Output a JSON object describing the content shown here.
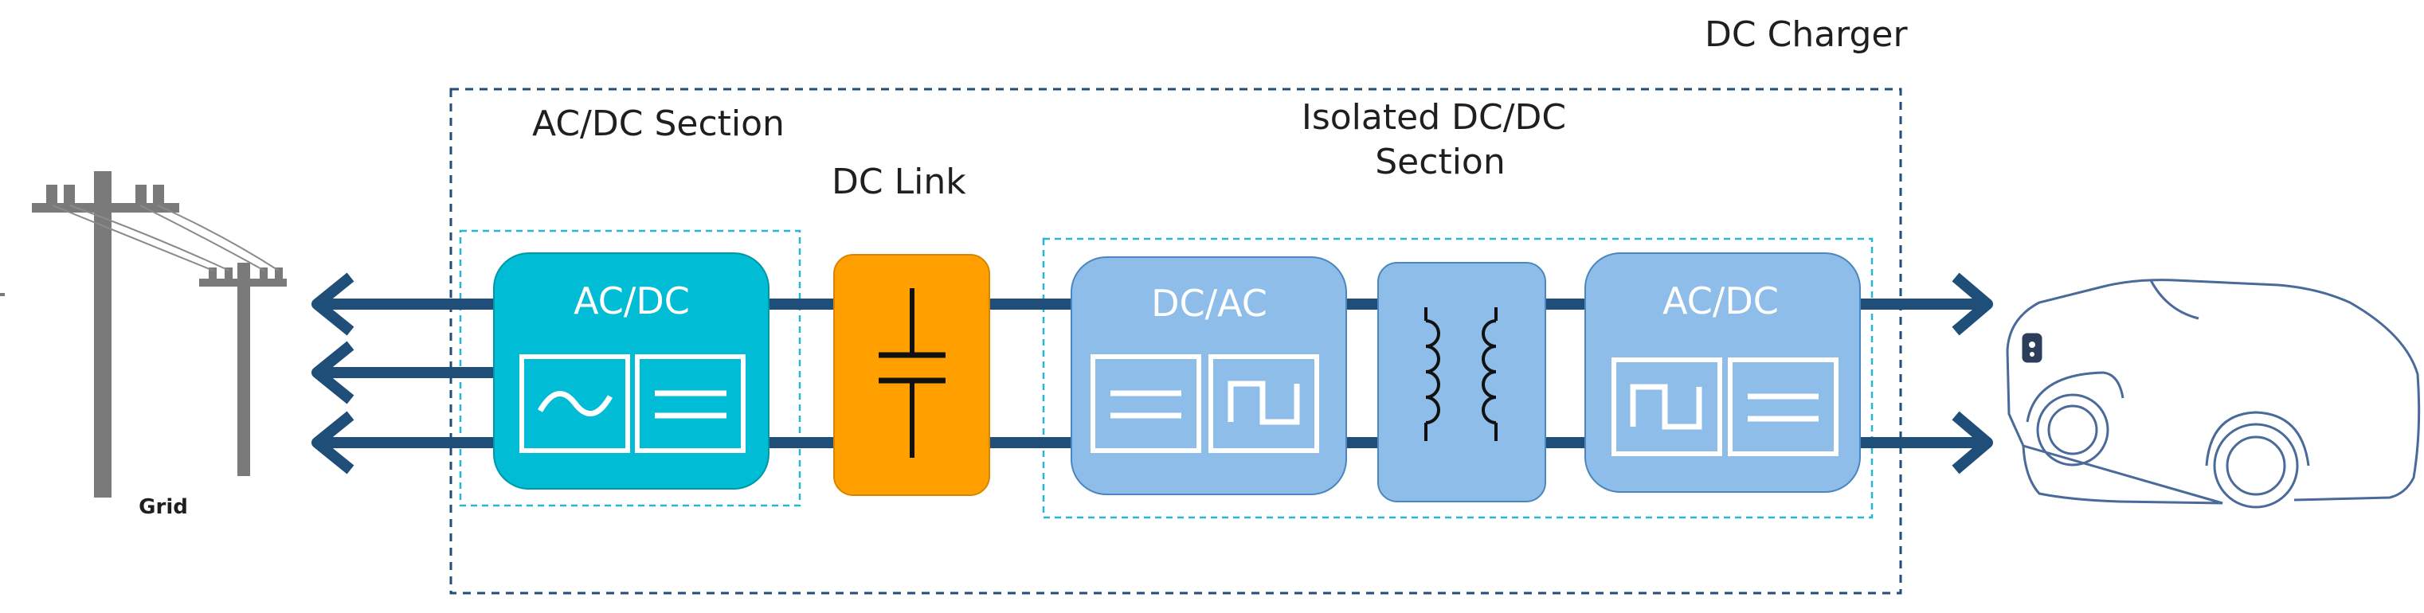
{
  "labels": {
    "dc_charger": "DC Charger",
    "acdc_section": "AC/DC Section",
    "dc_link": "DC Link",
    "isolated_line1": "Isolated DC/DC",
    "isolated_line2": "Section",
    "grid": "Grid"
  },
  "blocks": {
    "acdc_in": "AC/DC",
    "dcac": "DC/AC",
    "acdc_out": "AC/DC"
  },
  "colors": {
    "bus": "#1f4e79",
    "acdc_in_fill": "#00bcd4",
    "dclink_fill": "#ff9f00",
    "isolated_fill": "#8dbde8",
    "outer_border": "#1f4e79",
    "inner_border": "#29b6d6"
  },
  "icons": {
    "grid": "power-pole-icon",
    "vehicle": "electric-car-icon",
    "capacitor": "capacitor-icon",
    "transformer": "transformer-icon",
    "ac_wave": "sine-wave-icon",
    "dc_symbol": "dc-symbol-icon",
    "square_wave": "square-wave-icon"
  }
}
